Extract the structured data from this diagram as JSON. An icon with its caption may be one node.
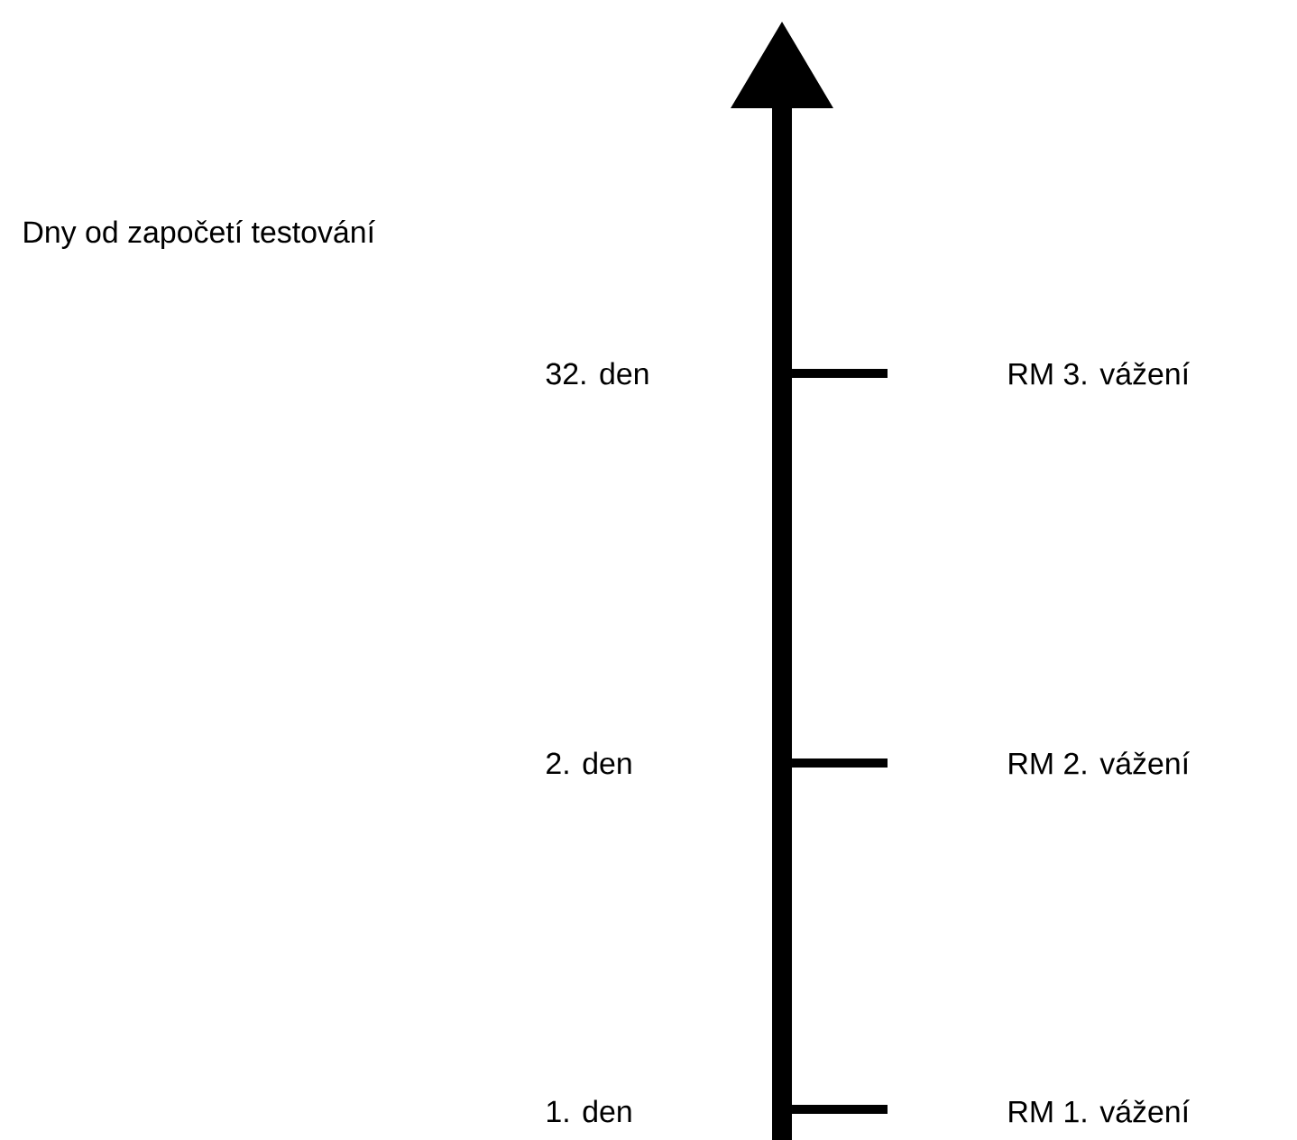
{
  "diagram": {
    "labels": [
      "Dny od započetí testování",
      "32. den",
      "RM 3. vážení",
      "2. den",
      "RM 2. vážení",
      "1. den",
      "RM 1. vážení"
    ]
  }
}
